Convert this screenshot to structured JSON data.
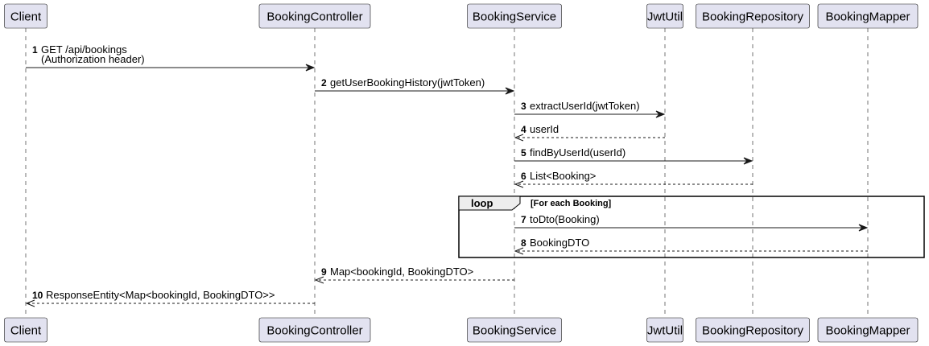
{
  "participants": [
    {
      "id": "client",
      "name": "Client"
    },
    {
      "id": "controller",
      "name": "BookingController"
    },
    {
      "id": "service",
      "name": "BookingService"
    },
    {
      "id": "jwt",
      "name": "JwtUtil"
    },
    {
      "id": "repo",
      "name": "BookingRepository"
    },
    {
      "id": "mapper",
      "name": "BookingMapper"
    }
  ],
  "messages": [
    {
      "num": "1",
      "lines": [
        "GET /api/bookings",
        "(Authorization header)"
      ],
      "from": "client",
      "to": "controller",
      "style": "sync"
    },
    {
      "num": "2",
      "lines": [
        "getUserBookingHistory(jwtToken)"
      ],
      "from": "controller",
      "to": "service",
      "style": "sync"
    },
    {
      "num": "3",
      "lines": [
        "extractUserId(jwtToken)"
      ],
      "from": "service",
      "to": "jwt",
      "style": "sync"
    },
    {
      "num": "4",
      "lines": [
        "userId"
      ],
      "from": "jwt",
      "to": "service",
      "style": "return"
    },
    {
      "num": "5",
      "lines": [
        "findByUserId(userId)"
      ],
      "from": "service",
      "to": "repo",
      "style": "sync"
    },
    {
      "num": "6",
      "lines": [
        "List<Booking>"
      ],
      "from": "repo",
      "to": "service",
      "style": "return"
    },
    {
      "num": "7",
      "lines": [
        "toDto(Booking)"
      ],
      "from": "service",
      "to": "mapper",
      "style": "sync"
    },
    {
      "num": "8",
      "lines": [
        "BookingDTO"
      ],
      "from": "mapper",
      "to": "service",
      "style": "return"
    },
    {
      "num": "9",
      "lines": [
        "Map<bookingId, BookingDTO>"
      ],
      "from": "service",
      "to": "controller",
      "style": "return"
    },
    {
      "num": "10",
      "lines": [
        "ResponseEntity<Map<bookingId, BookingDTO>>"
      ],
      "from": "controller",
      "to": "client",
      "style": "return"
    }
  ],
  "loop": {
    "label": "loop",
    "guard": "[For each Booking]",
    "first_message": "7",
    "last_message": "8"
  }
}
